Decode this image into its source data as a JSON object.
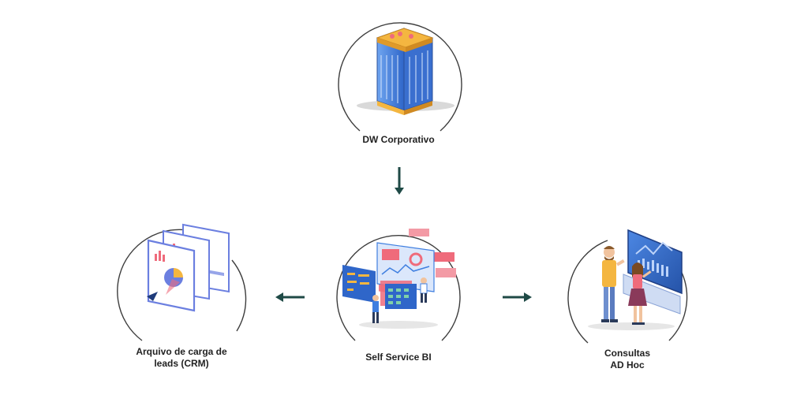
{
  "colors": {
    "arrow": "#1f4a46",
    "ring": "#3d3d3d",
    "accent_orange": "#f4b640",
    "accent_blue": "#3f7fe0",
    "accent_pink": "#ef6b7b"
  },
  "nodes": {
    "dw": {
      "label": "DW Corporativo",
      "icon": "server-rack-icon"
    },
    "crm": {
      "line1": "Arquivo de carga de",
      "line2": "leads (CRM)",
      "icon": "report-windows-icon"
    },
    "ssbi": {
      "label": "Self Service BI",
      "icon": "bi-dashboard-icon"
    },
    "consultas": {
      "line1": "Consultas",
      "line2": "AD Hoc",
      "icon": "people-analytics-icon"
    }
  },
  "edges": [
    {
      "from": "dw",
      "to": "ssbi"
    },
    {
      "from": "ssbi",
      "to": "crm"
    },
    {
      "from": "ssbi",
      "to": "consultas"
    }
  ]
}
